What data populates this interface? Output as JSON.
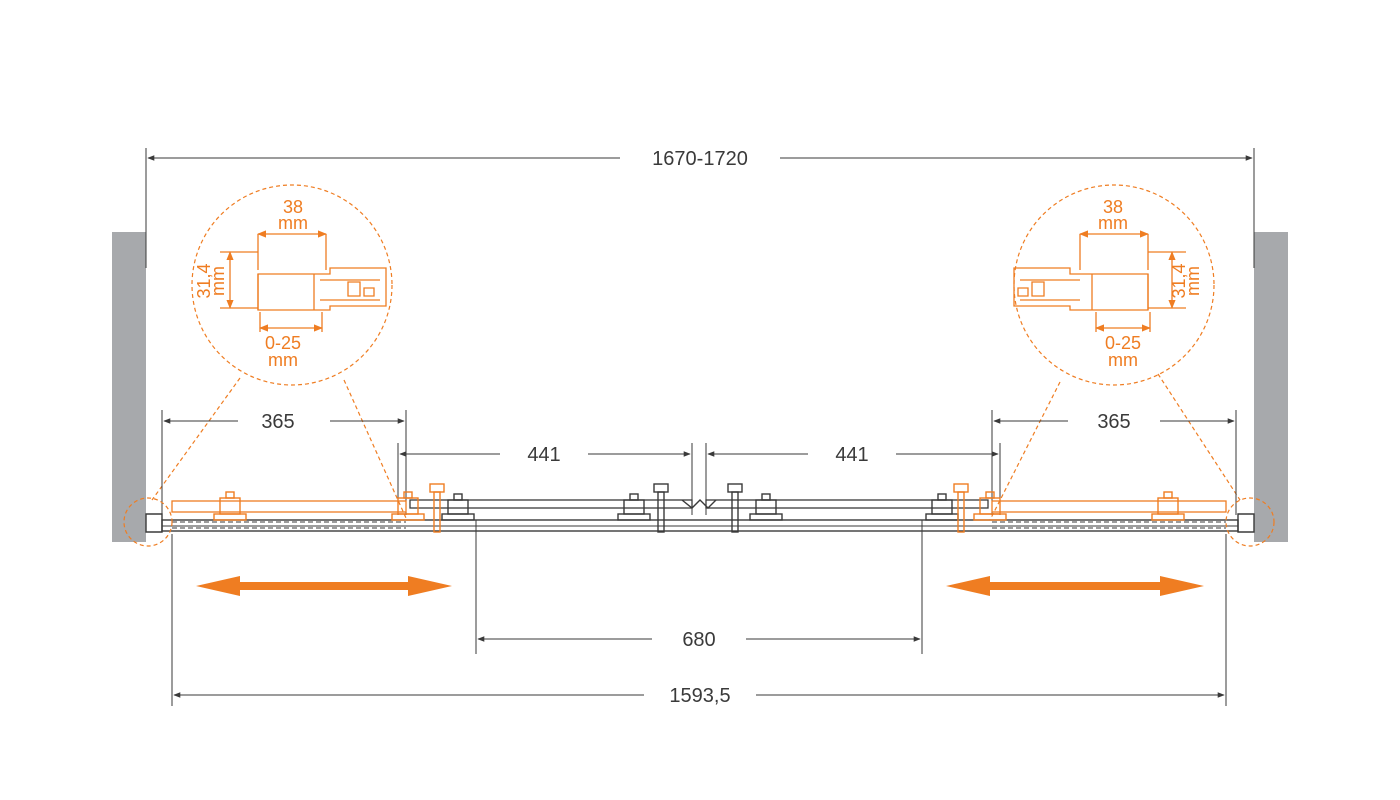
{
  "colors": {
    "accent": "#ef7d22",
    "ink": "#3a3a3a",
    "wall": "#a7a9ac",
    "background": "#ffffff"
  },
  "dimensions": {
    "overall_width": "1670-1720",
    "left_side": "365",
    "right_side": "365",
    "left_center": "441",
    "right_center": "441",
    "opening": "680",
    "profile_width": "1593,5"
  },
  "detail_left": {
    "width_value": "38",
    "width_unit": "mm",
    "height_value": "31,4",
    "height_unit": "mm",
    "adjust_value": "0-25",
    "adjust_unit": "mm"
  },
  "detail_right": {
    "width_value": "38",
    "width_unit": "mm",
    "height_value": "31,4",
    "height_unit": "mm",
    "adjust_value": "0-25",
    "adjust_unit": "mm"
  },
  "icons": {
    "left_arrow": "double-arrow-icon",
    "right_arrow": "double-arrow-icon"
  }
}
